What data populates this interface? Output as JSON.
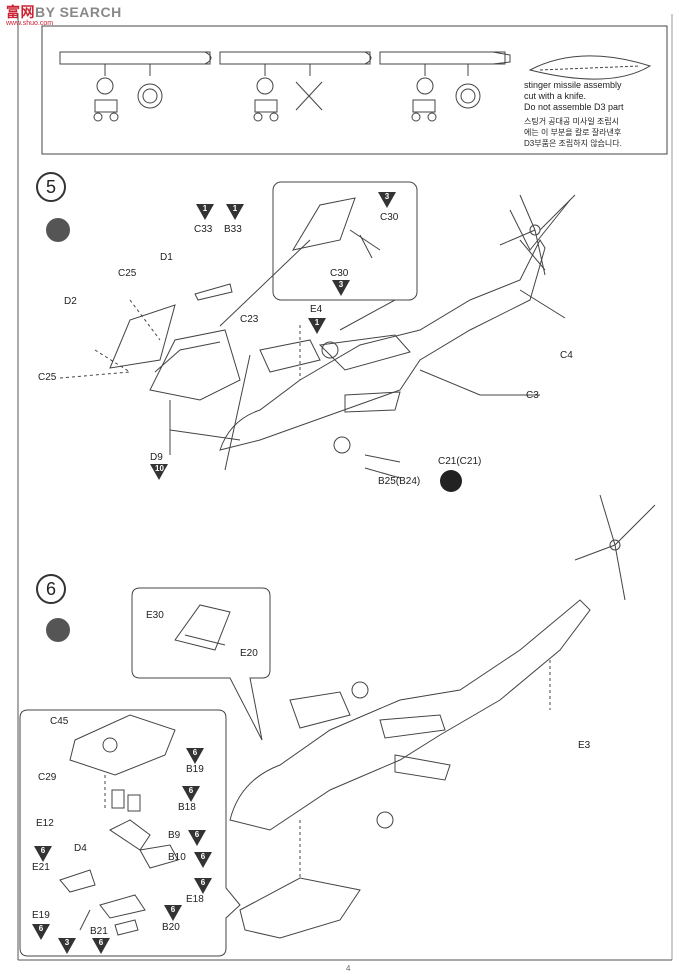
{
  "logo": {
    "prefix": "富",
    "mid": "网",
    "suffix": "BY SEARCH",
    "url": "www.shuo.com"
  },
  "top_box": {
    "note_en_1": "stinger missile assembly",
    "note_en_2": "cut with a knife.",
    "note_en_3": "Do not assemble D3 part",
    "note_kr_1": "스팅거 공대공 미사일 조립시",
    "note_kr_2": "에는 이 부분을 칼로 잘라낸후",
    "note_kr_3": "D3부품은 조립하지 않습니다."
  },
  "step5": {
    "number": "5",
    "labels": {
      "c33": "C33",
      "b33": "B33",
      "d1": "D1",
      "c25a": "C25",
      "d2": "D2",
      "c25b": "C25",
      "c23": "C23",
      "e4": "E4",
      "c30a": "C30",
      "c30b": "C30",
      "c4": "C4",
      "c3": "C3",
      "d9": "D9",
      "c21": "C21(C21)",
      "b25": "B25(B24)"
    },
    "badges": {
      "c33": "1",
      "b33": "1",
      "e4": "1",
      "c30a": "3",
      "c30b": "3",
      "d9": "10"
    }
  },
  "step6": {
    "number": "6",
    "labels": {
      "e30": "E30",
      "e20": "E20",
      "e3": "E3",
      "c45": "C45",
      "c29": "C29",
      "b19": "B19",
      "b18": "B18",
      "e12": "E12",
      "b9": "B9",
      "d4": "D4",
      "b10": "B10",
      "e21": "E21",
      "e18": "E18",
      "e19": "E19",
      "b21": "B21",
      "b20": "B20"
    },
    "badges": {
      "b19": "6",
      "b18": "6",
      "b9": "6",
      "b10": "6",
      "e21": "6",
      "e18": "6",
      "e19": "6",
      "b21": "6",
      "b20": "6",
      "b21b": "3"
    }
  },
  "page_number": "4"
}
